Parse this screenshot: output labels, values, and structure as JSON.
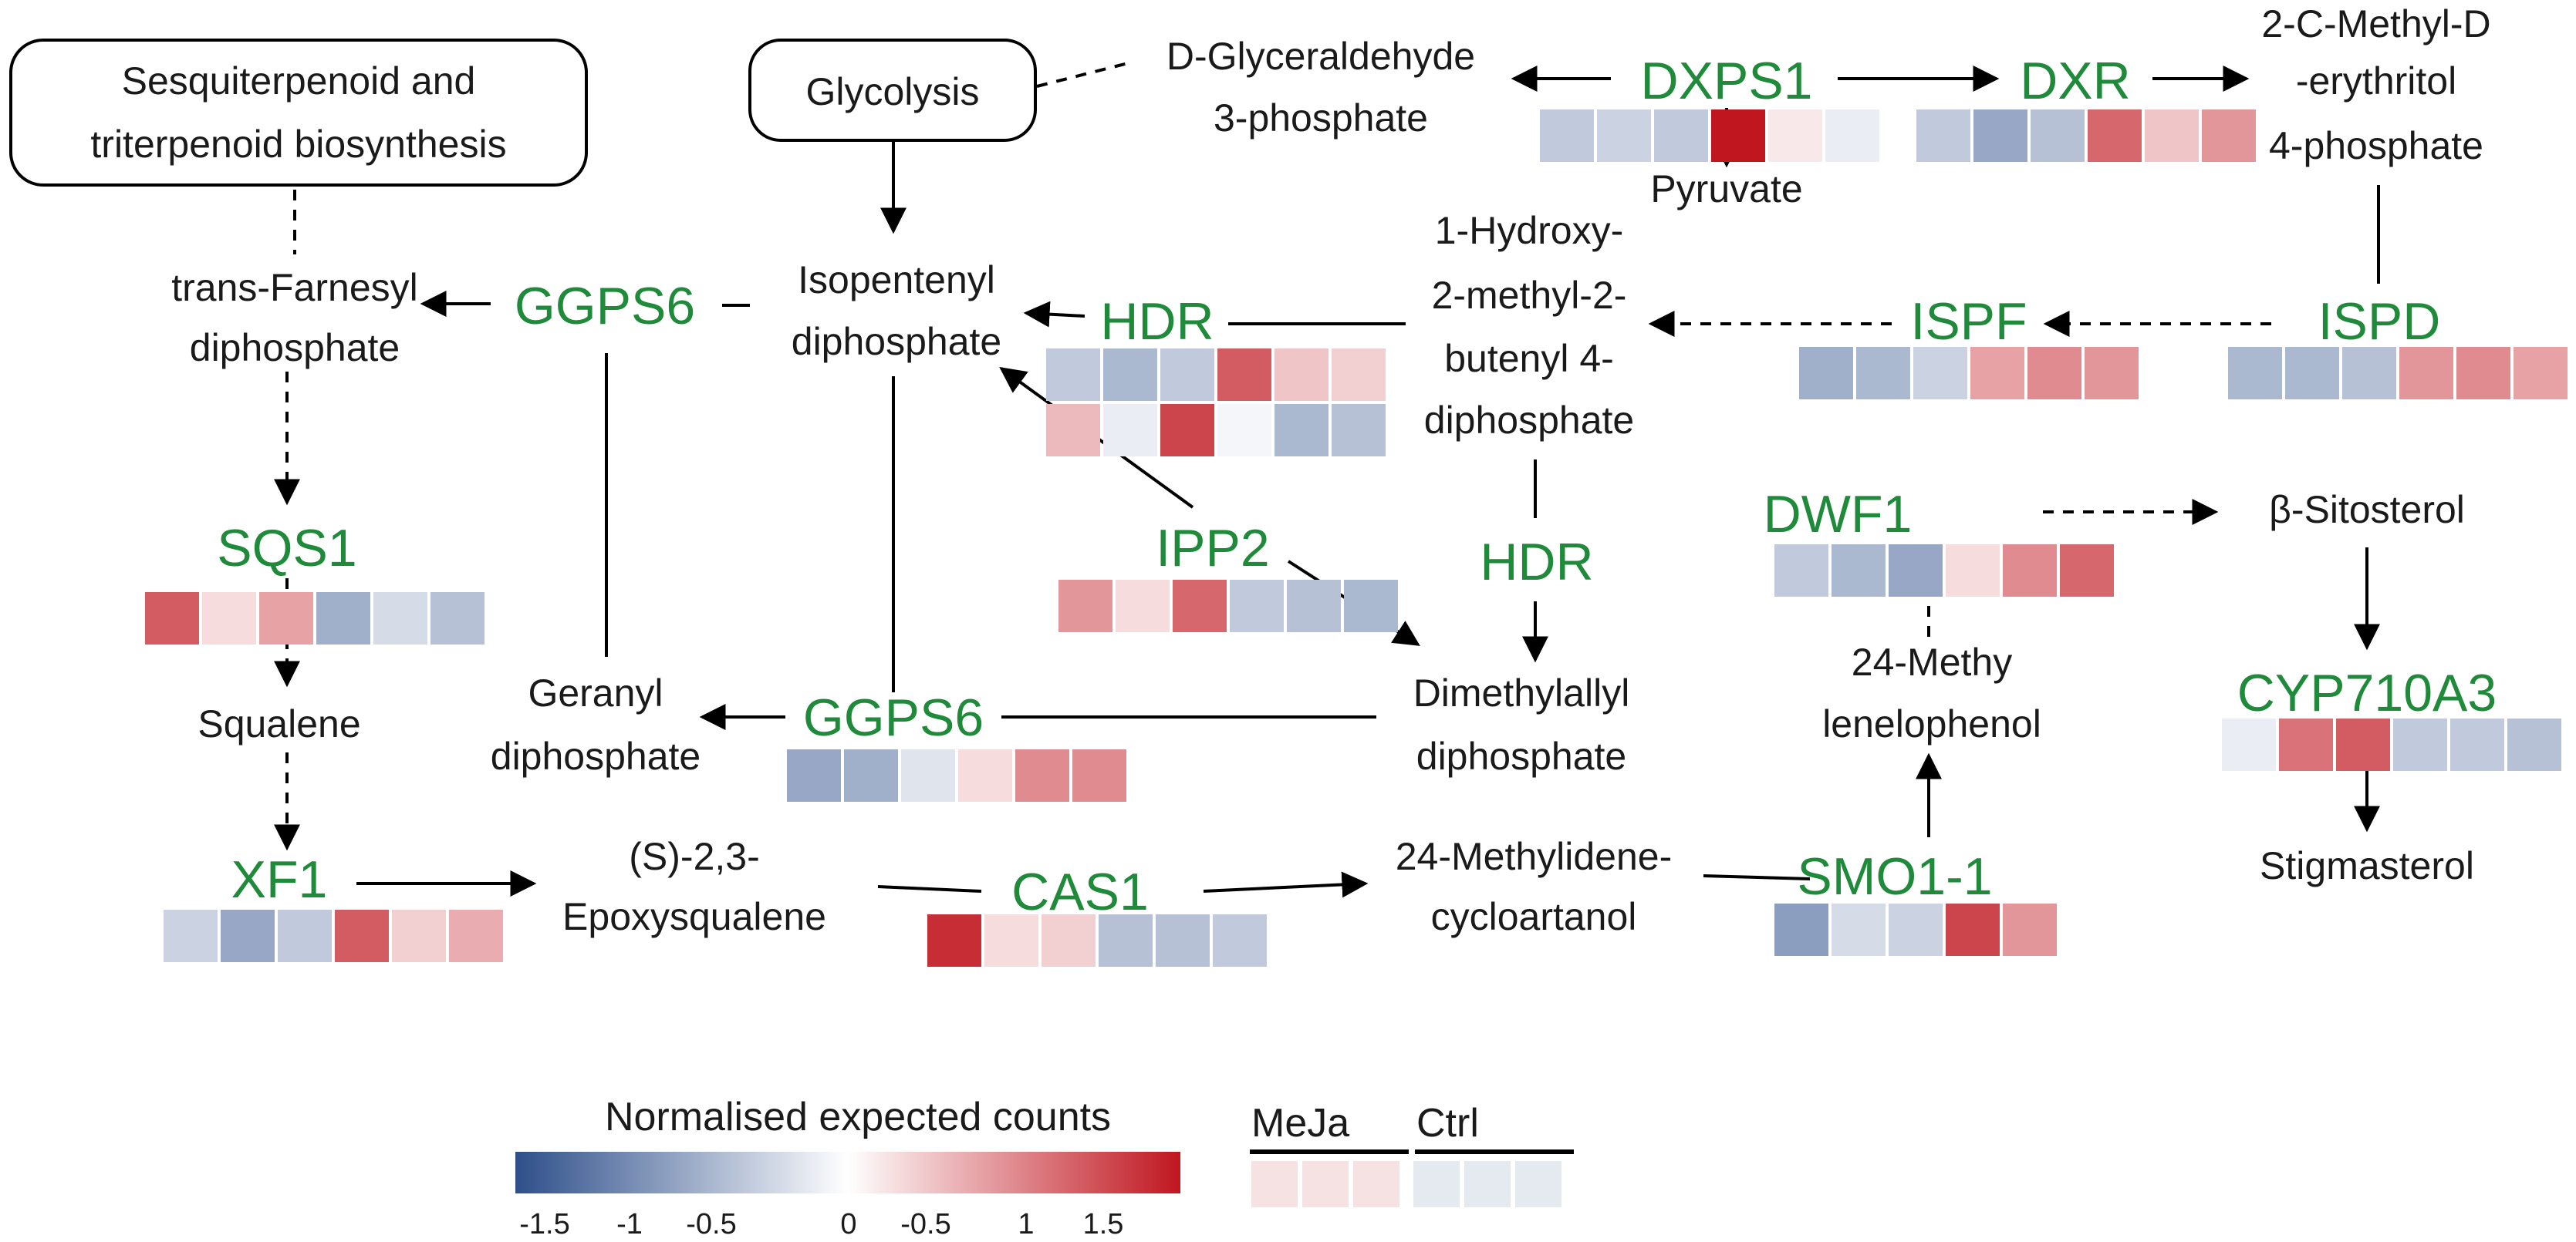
{
  "colors": {
    "gene": "#1f8a3a",
    "low": "#2e4f8a",
    "mid": "#ffffff",
    "high": "#c0161f"
  },
  "boxes": {
    "sesquiterpenoid": [
      "Sesquiterpenoid and",
      "triterpenoid biosynthesis"
    ],
    "glycolysis": [
      "Glycolysis"
    ]
  },
  "metabolites": {
    "g3p": [
      "D-Glyceraldehyde",
      "3-phosphate"
    ],
    "pyruvate": [
      "Pyruvate"
    ],
    "mep": [
      "2-C-Methyl-D",
      "-erythritol",
      "4-phosphate"
    ],
    "hmbpp": [
      "1-Hydroxy-",
      "2-methyl-2-",
      "butenyl 4-",
      "diphosphate"
    ],
    "ipp": [
      "Isopentenyl",
      "diphosphate"
    ],
    "fpp": [
      "trans-Farnesyl",
      "diphosphate"
    ],
    "gpp": [
      "Geranyl",
      "diphosphate"
    ],
    "dmapp": [
      "Dimethylallyl",
      "diphosphate"
    ],
    "squalene": [
      "Squalene"
    ],
    "epoxysqualene": [
      "(S)-2,3-",
      "Epoxysqualene"
    ],
    "cycloartanol": [
      "24-Methylidene-",
      "cycloartanol"
    ],
    "lenelophenol": [
      "24-Methy",
      "lenelophenol"
    ],
    "sitosterol": [
      "β-Sitosterol"
    ],
    "stigmasterol": [
      "Stigmasterol"
    ]
  },
  "genes": {
    "dxps1": "DXPS1",
    "dxr": "DXR",
    "ispd": "ISPD",
    "ispf": "ISPF",
    "hdr_top": "HDR",
    "hdr_mid": "HDR",
    "ggps6_top": "GGPS6",
    "ggps6_bottom": "GGPS6",
    "ipp2": "IPP2",
    "sqs1": "SQS1",
    "xf1": "XF1",
    "cas1": "CAS1",
    "smo1_1": "SMO1-1",
    "dwf1": "DWF1",
    "cyp710a3": "CYP710A3"
  },
  "heatmaps": {
    "dxps1": [
      [
        -0.6,
        -0.5,
        -0.6,
        2.0,
        0.2,
        -0.2
      ]
    ],
    "dxr": [
      [
        -0.6,
        -1.0,
        -0.7,
        1.3,
        0.5,
        0.9
      ]
    ],
    "ispd": [
      [
        -0.8,
        -0.8,
        -0.7,
        0.9,
        1.0,
        0.8
      ]
    ],
    "ispf": [
      [
        -0.9,
        -0.8,
        -0.5,
        0.8,
        1.0,
        0.9
      ]
    ],
    "hdr_top": [
      [
        -0.6,
        -0.8,
        -0.6,
        1.4,
        0.5,
        0.4
      ],
      [
        0.6,
        -0.2,
        1.6,
        -0.1,
        -0.8,
        -0.7
      ]
    ],
    "ipp2": [
      [
        0.9,
        0.3,
        1.3,
        -0.6,
        -0.7,
        -0.8
      ]
    ],
    "sqs1": [
      [
        1.4,
        0.3,
        0.8,
        -0.9,
        -0.4,
        -0.7
      ]
    ],
    "ggps6_bottom": [
      [
        -1.0,
        -0.9,
        -0.3,
        0.3,
        1.0,
        1.0
      ]
    ],
    "xf1": [
      [
        -0.5,
        -1.0,
        -0.6,
        1.4,
        0.4,
        0.7
      ]
    ],
    "cas1": [
      [
        1.8,
        0.3,
        0.4,
        -0.7,
        -0.7,
        -0.6
      ]
    ],
    "smo1_1": [
      [
        -1.1,
        -0.4,
        -0.5,
        1.6,
        0.9,
        0.0
      ]
    ],
    "dwf1": [
      [
        -0.6,
        -0.8,
        -1.0,
        0.3,
        1.0,
        1.3
      ]
    ],
    "cyp710a3": [
      [
        -0.2,
        1.2,
        1.4,
        -0.6,
        -0.6,
        -0.7
      ]
    ]
  },
  "legend": {
    "title": "Normalised expected counts",
    "ticks": [
      "-1.5",
      "-1",
      "-0.5",
      "0",
      "-0.5",
      "1",
      "1.5"
    ],
    "conditions": [
      "MeJa",
      "Ctrl"
    ],
    "swatch_values": [
      0.25,
      0.25,
      0.25,
      -0.25,
      -0.25,
      -0.25
    ]
  }
}
